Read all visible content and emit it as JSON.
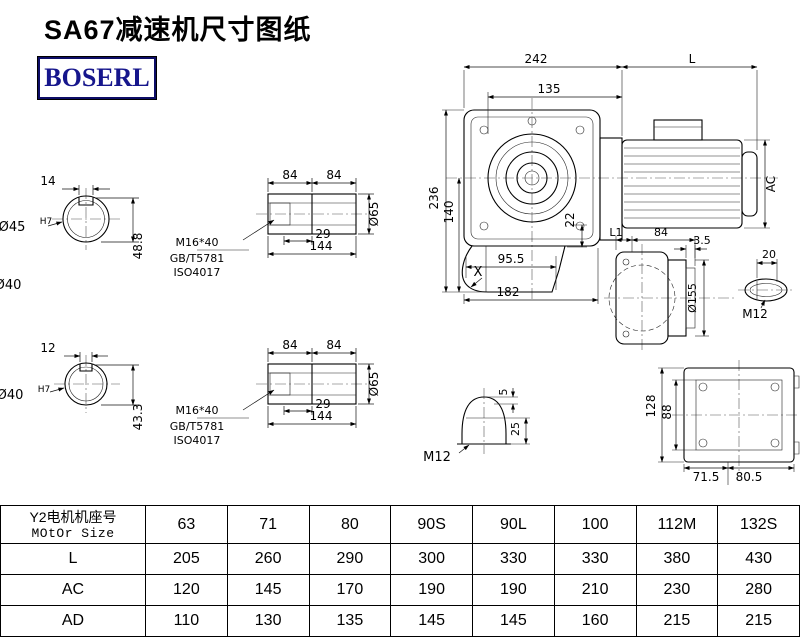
{
  "page": {
    "title": "SA67减速机尺寸图纸",
    "logo_text": "BOSERL"
  },
  "left_views": {
    "top": {
      "keyway_width": "14",
      "bore": "Ø45",
      "bore_tol": "H7",
      "depth": "48.8"
    },
    "outer_dia": "Ø40",
    "bottom": {
      "keyway_width": "12",
      "bore": "Ø40",
      "bore_tol": "H7",
      "depth": "43.3"
    }
  },
  "shaft_top": {
    "seg1": "84",
    "seg2": "84",
    "key_len": "29",
    "total_len": "144",
    "dia": "Ø65",
    "bolt": "M16*40",
    "std_gb": "GB/T5781",
    "std_iso": "ISO4017"
  },
  "shaft_bottom": {
    "seg1": "84",
    "seg2": "84",
    "key_len": "29",
    "total_len": "144",
    "dia": "Ø65",
    "bolt": "M16*40",
    "std_gb": "GB/T5781",
    "std_iso": "ISO4017"
  },
  "front_view": {
    "overall_width": "242",
    "motor_length": "L",
    "flange_width": "135",
    "overall_height": "236",
    "center_height": "140",
    "step": "22",
    "foot_width": "95.5",
    "corner_label": "X",
    "base_width": "182",
    "motor_dia": "AC"
  },
  "side_view": {
    "l1": "L1",
    "width84": "84",
    "lip": "3.5",
    "key_width": "20",
    "flange_dia": "Ø155",
    "thread": "M12"
  },
  "base_view": {
    "length": "128",
    "hole_span": "88",
    "width1": "71.5",
    "width2": "80.5"
  },
  "plug_view": {
    "tip": "5",
    "height": "25",
    "thread": "M12"
  },
  "table": {
    "header": {
      "label_cn": "Y2电机机座号",
      "label_en": "MOtOr Size"
    },
    "sizes": [
      "63",
      "71",
      "80",
      "90S",
      "90L",
      "100",
      "112M",
      "132S"
    ],
    "rows": [
      {
        "label": "L",
        "values": [
          "205",
          "260",
          "290",
          "300",
          "330",
          "330",
          "380",
          "430"
        ]
      },
      {
        "label": "AC",
        "values": [
          "120",
          "145",
          "170",
          "190",
          "190",
          "210",
          "230",
          "280"
        ]
      },
      {
        "label": "AD",
        "values": [
          "110",
          "130",
          "135",
          "145",
          "145",
          "160",
          "215",
          "215"
        ]
      }
    ]
  }
}
